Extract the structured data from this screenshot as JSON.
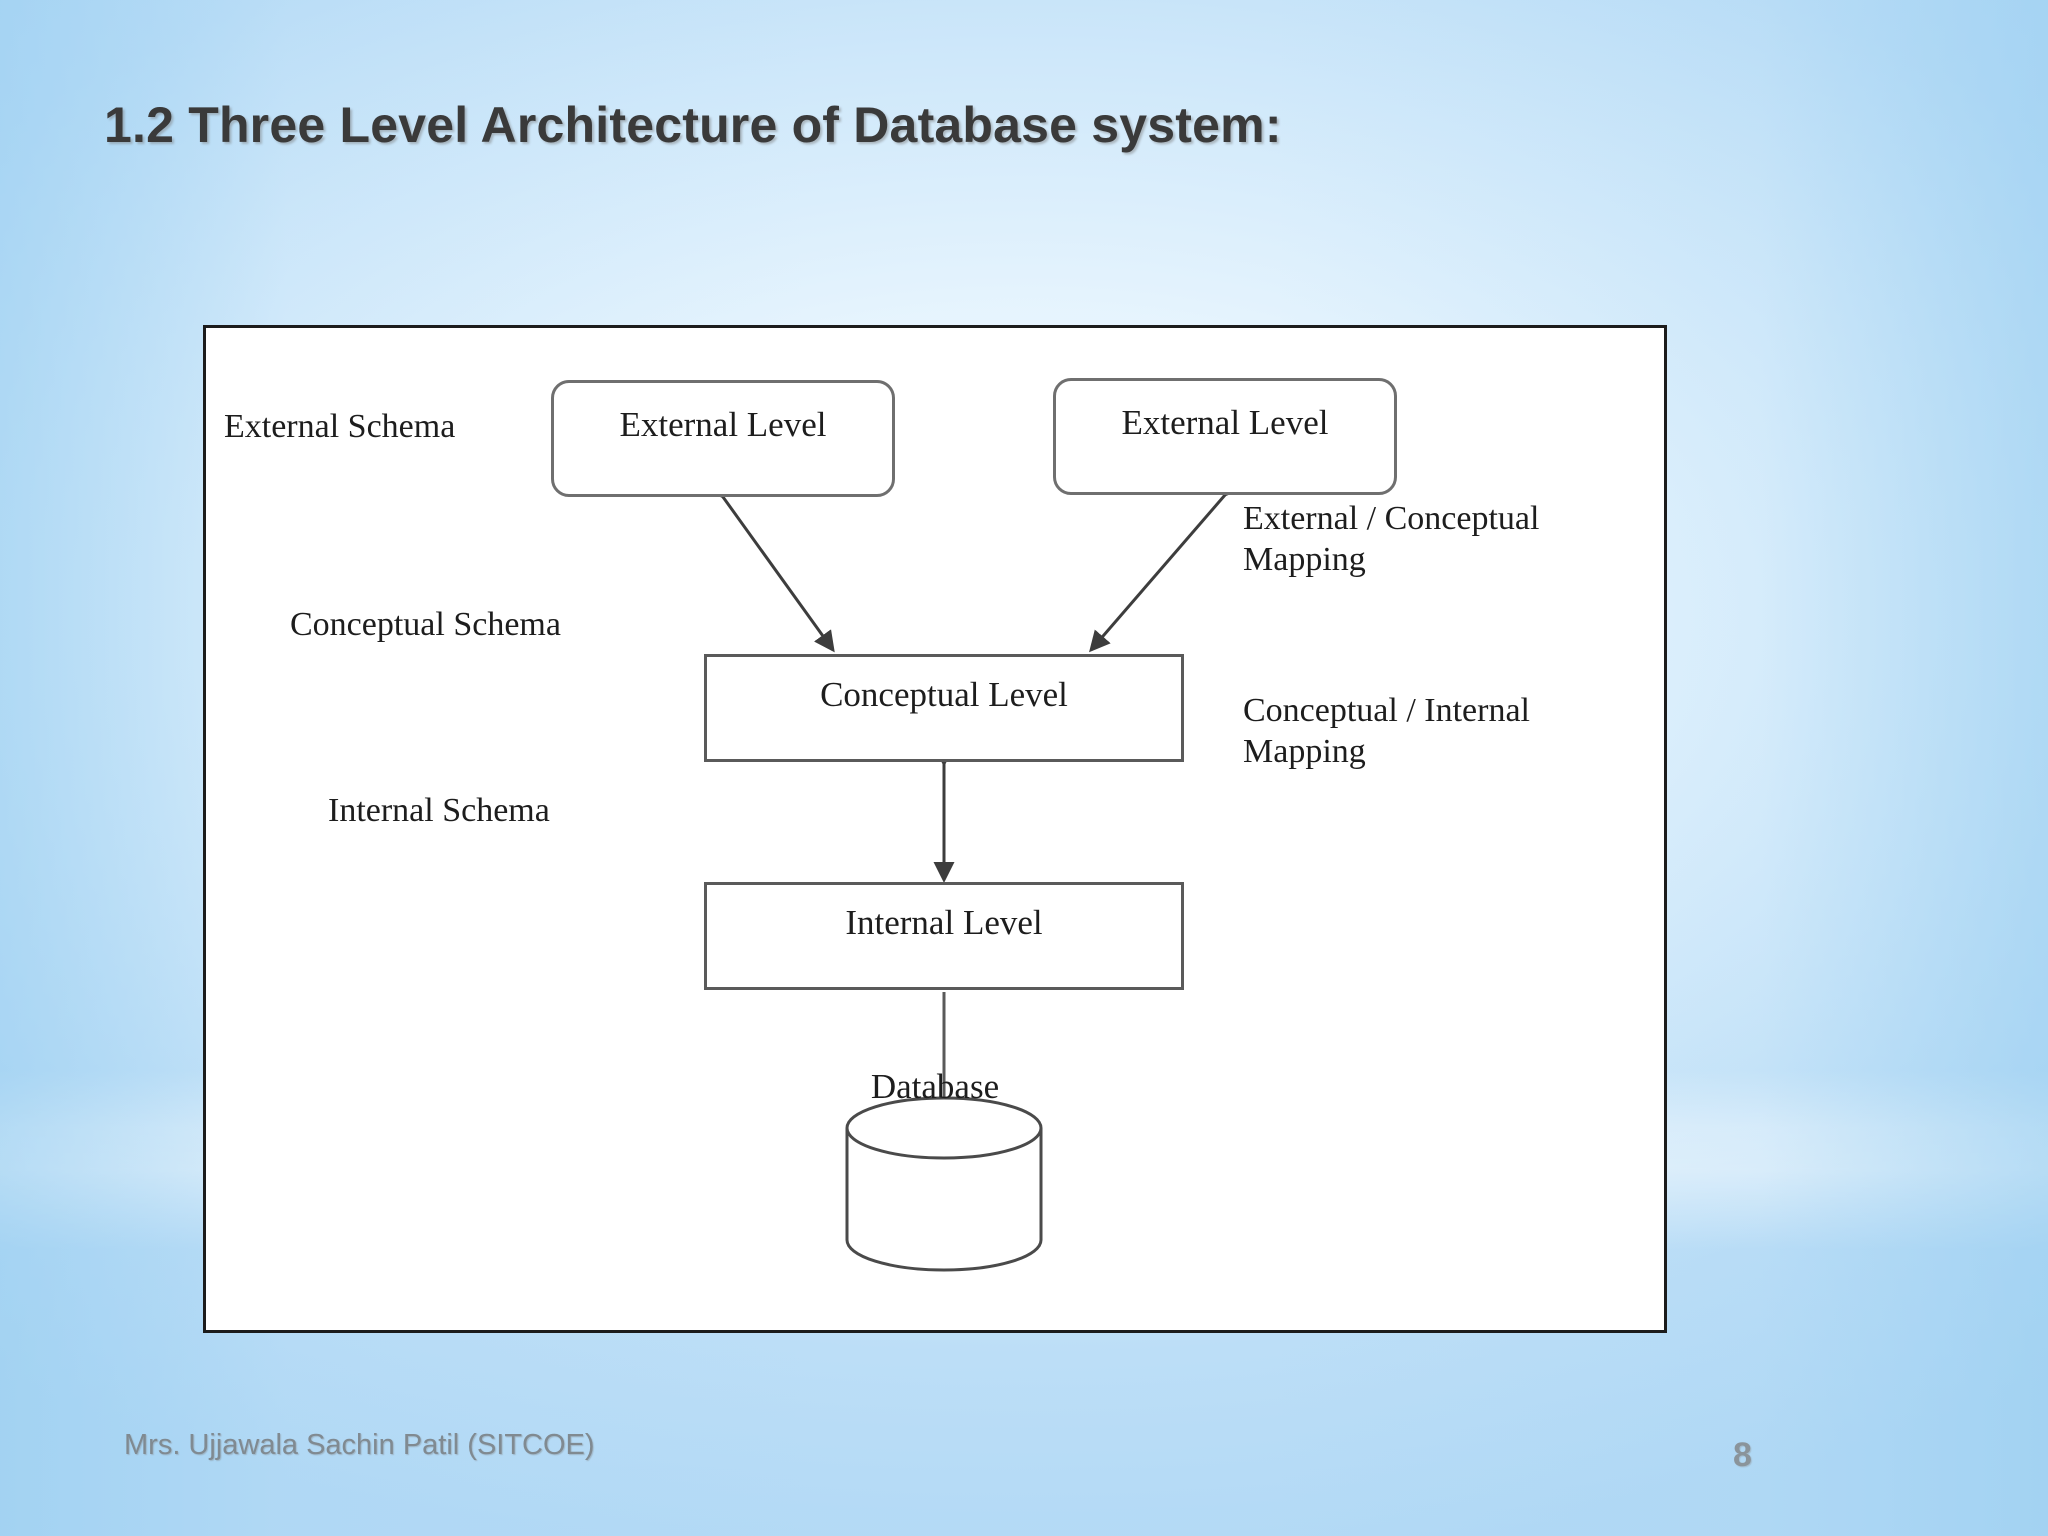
{
  "slide": {
    "title": "1.2 Three Level Architecture of Database system:",
    "page_number": "8",
    "footer_author": "Mrs. Ujjawala Sachin Patil (SITCOE)",
    "background_color": "#cfe8fa",
    "title_color": "#3a3a3a",
    "footer_color": "#808a91"
  },
  "diagram": {
    "panel_background": "#ffffff",
    "panel_border_color": "#1c1c1c",
    "schema_labels": {
      "external": "External Schema",
      "conceptual": "Conceptual Schema",
      "internal": "Internal Schema"
    },
    "nodes": {
      "external_level_left": "External Level",
      "external_level_right": "External Level",
      "conceptual_level": "Conceptual Level",
      "internal_level": "Internal Level",
      "database": "Database"
    },
    "mappings": {
      "external_conceptual": "External / Conceptual\nMapping",
      "conceptual_internal": "Conceptual / Internal\nMapping"
    }
  }
}
